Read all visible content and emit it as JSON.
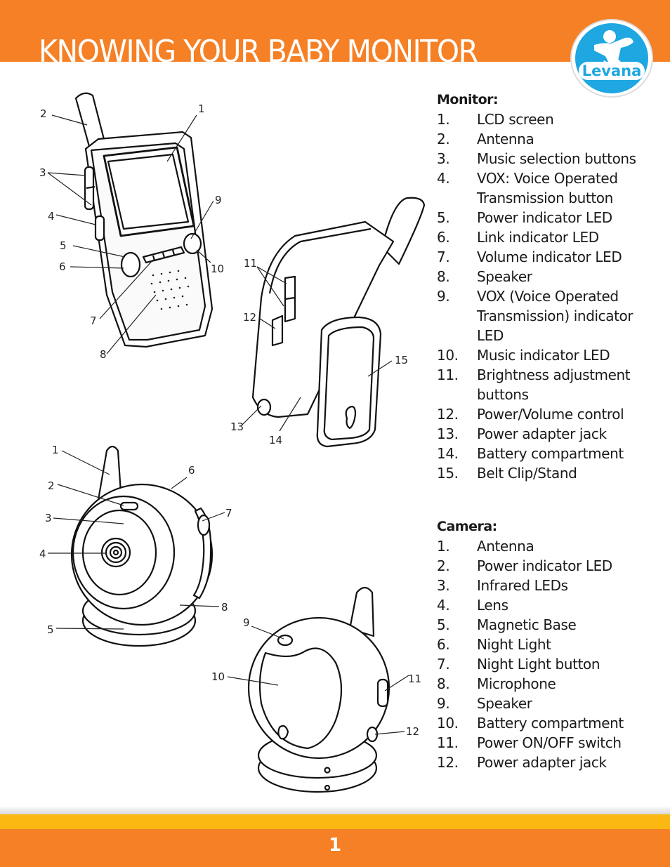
{
  "header": {
    "title": "KNOWING YOUR BABY MONITOR",
    "logo_text": "Levana"
  },
  "monitor": {
    "heading": "Monitor:",
    "items": [
      {
        "num": "1.",
        "label": "LCD screen"
      },
      {
        "num": "2.",
        "label": "Antenna"
      },
      {
        "num": "3.",
        "label": "Music selection buttons"
      },
      {
        "num": "4.",
        "label": "VOX: Voice Operated Transmission button"
      },
      {
        "num": "5.",
        "label": "Power indicator LED"
      },
      {
        "num": "6.",
        "label": "Link indicator LED"
      },
      {
        "num": "7.",
        "label": "Volume indicator LED"
      },
      {
        "num": "8.",
        "label": "Speaker"
      },
      {
        "num": "9.",
        "label": "VOX (Voice Operated Transmission) indicator LED"
      },
      {
        "num": "10.",
        "label": "Music indicator LED"
      },
      {
        "num": "11.",
        "label": "Brightness adjustment buttons"
      },
      {
        "num": "12.",
        "label": "Power/Volume control"
      },
      {
        "num": "13.",
        "label": "Power adapter jack"
      },
      {
        "num": "14.",
        "label": "Battery compartment"
      },
      {
        "num": "15.",
        "label": "Belt Clip/Stand"
      }
    ]
  },
  "camera": {
    "heading": "Camera:",
    "items": [
      {
        "num": "1.",
        "label": "Antenna"
      },
      {
        "num": "2.",
        "label": "Power indicator LED"
      },
      {
        "num": "3.",
        "label": "Infrared LEDs"
      },
      {
        "num": "4.",
        "label": "Lens"
      },
      {
        "num": "5.",
        "label": "Magnetic Base"
      },
      {
        "num": "6.",
        "label": "Night Light"
      },
      {
        "num": "7.",
        "label": "Night Light button"
      },
      {
        "num": "8.",
        "label": "Microphone"
      },
      {
        "num": "9.",
        "label": "Speaker"
      },
      {
        "num": "10.",
        "label": "Battery compartment"
      },
      {
        "num": "11.",
        "label": "Power ON/OFF switch"
      },
      {
        "num": "12.",
        "label": "Power adapter jack"
      }
    ]
  },
  "callouts": {
    "monitor_front": [
      "1",
      "2",
      "3",
      "4",
      "5",
      "6",
      "7",
      "8",
      "9",
      "10"
    ],
    "monitor_back": [
      "11",
      "12",
      "13",
      "14",
      "15"
    ],
    "camera_front": [
      "1",
      "2",
      "3",
      "4",
      "5",
      "6",
      "7",
      "8"
    ],
    "camera_back": [
      "9",
      "10",
      "11",
      "12"
    ]
  },
  "footer": {
    "page_number": "1"
  },
  "colors": {
    "orange": "#f58025",
    "yellow": "#fbb812",
    "logo_blue": "#1ea7e1"
  },
  "icons": {
    "logo": "levana-baby-logo",
    "monitor_front": "baby-monitor-front-illustration",
    "monitor_back": "baby-monitor-back-illustration",
    "camera_front": "camera-front-illustration",
    "camera_back": "camera-back-illustration"
  }
}
